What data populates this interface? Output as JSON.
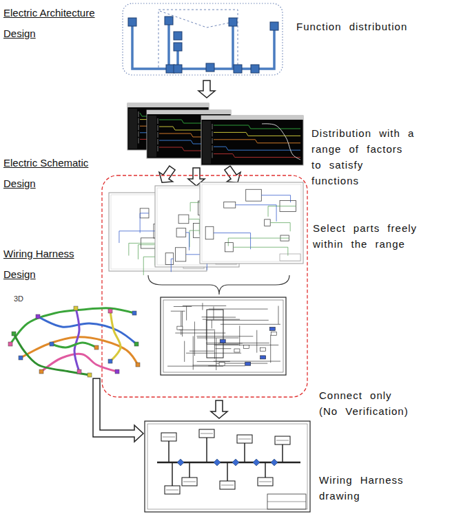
{
  "diagram": {
    "labels": [
      "Electric Architecture Design",
      "Function distribution",
      "Distribution with a range of factors to satisfy functions",
      "Electric Schematic Design",
      "Select parts freely within the range",
      "Wiring Harness Design",
      "3D",
      "Connect only (No Verification)",
      "Wiring Harness drawing"
    ]
  }
}
